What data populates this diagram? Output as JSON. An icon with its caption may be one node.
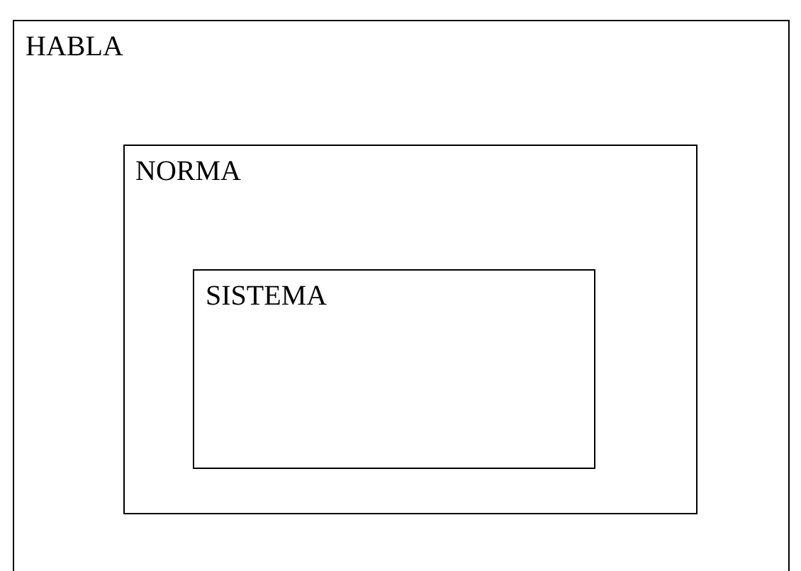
{
  "diagram": {
    "nodes": [
      {
        "text": [
          "HABLA"
        ]
      },
      {
        "text": [
          "NORMA"
        ],
        "in": 0
      },
      {
        "text": [
          "SISTEMA"
        ],
        "in": 1
      }
    ]
  }
}
